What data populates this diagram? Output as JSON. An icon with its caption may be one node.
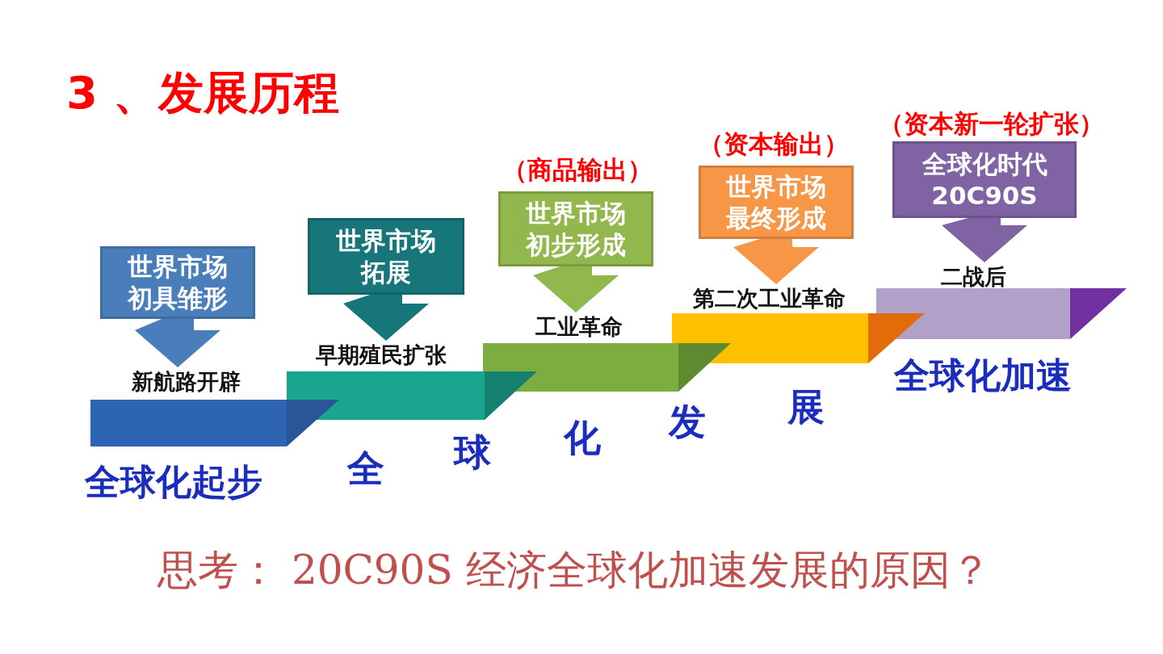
{
  "diagram": {
    "title": "3 、发展历程",
    "nodes": [
      {
        "text": [
          "世界市场初具雏形"
        ]
      },
      {
        "text": [
          "世界市场拓展"
        ]
      },
      {
        "text": [
          "世界市场初步形成"
        ],
        "beside": [
          "（商品输出）"
        ]
      },
      {
        "text": [
          "世界市场最终形成"
        ],
        "beside": [
          "（资本输出）"
        ]
      },
      {
        "text": [
          "全球化时代 20C90S"
        ],
        "beside": [
          "（资本新一轮扩张）"
        ]
      },
      {
        "text": [
          "新航路开辟"
        ]
      },
      {
        "text": [
          "早期殖民扩张"
        ]
      },
      {
        "text": [
          "工业革命"
        ]
      },
      {
        "text": [
          "第二次工业革命"
        ]
      },
      {
        "text": [
          "二战后"
        ]
      }
    ],
    "edges": [
      {
        "from": 0,
        "to": 5,
        "arrow": "to",
        "style": "thick",
        "color": "#4a7ebb"
      },
      {
        "from": 1,
        "to": 6,
        "arrow": "to",
        "style": "thick",
        "color": "#17767a"
      },
      {
        "from": 2,
        "to": 7,
        "arrow": "to",
        "style": "thick",
        "color": "#92b74c"
      },
      {
        "from": 3,
        "to": 8,
        "arrow": "to",
        "style": "thick",
        "color": "#f79646"
      },
      {
        "from": 4,
        "to": 9,
        "arrow": "to",
        "style": "thick",
        "color": "#7f63a3"
      }
    ],
    "labels": [
      "全球化起步",
      "全",
      "球",
      "化",
      "发",
      "展",
      "全球化加速",
      "思考： 20C90S 经济全球化加速发展的原因？"
    ]
  }
}
